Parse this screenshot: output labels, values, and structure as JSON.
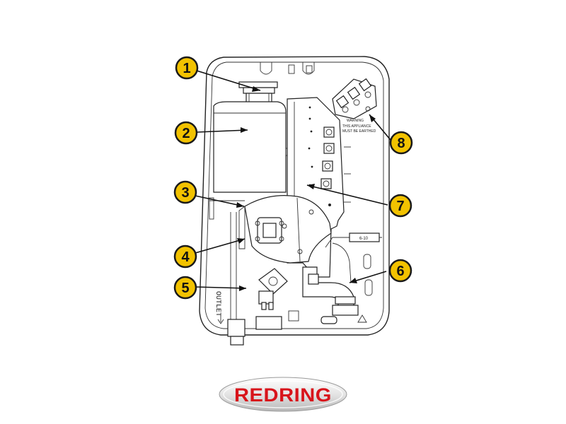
{
  "diagram": {
    "callouts": [
      {
        "label": "1"
      },
      {
        "label": "2"
      },
      {
        "label": "3"
      },
      {
        "label": "4"
      },
      {
        "label": "5"
      },
      {
        "label": "6"
      },
      {
        "label": "7"
      },
      {
        "label": "8"
      }
    ],
    "warning_text": {
      "title": "WARNING",
      "line1": "THIS APPLIANCE",
      "line2": "MUST BE EARTHED"
    },
    "outlet_label": "OUTLET",
    "terminal_label": "6-10"
  },
  "brand": {
    "logo_text": "REDRING",
    "colors": {
      "text": "#d8141b",
      "badge": "#e9e9e9",
      "callout": "#f2c200"
    }
  }
}
